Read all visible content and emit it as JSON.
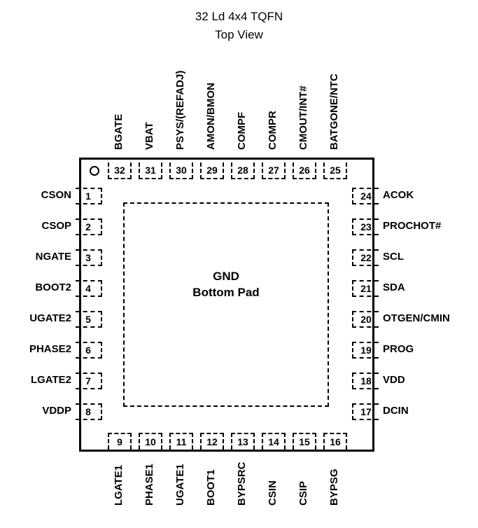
{
  "title": {
    "line1": "32 Ld 4x4 TQFN",
    "line2": "Top View"
  },
  "pad": {
    "line1": "GND",
    "line2": "Bottom Pad"
  },
  "pins": {
    "left": [
      {
        "num": "1",
        "name": "CSON"
      },
      {
        "num": "2",
        "name": "CSOP"
      },
      {
        "num": "3",
        "name": "NGATE"
      },
      {
        "num": "4",
        "name": "BOOT2"
      },
      {
        "num": "5",
        "name": "UGATE2"
      },
      {
        "num": "6",
        "name": "PHASE2"
      },
      {
        "num": "7",
        "name": "LGATE2"
      },
      {
        "num": "8",
        "name": "VDDP"
      }
    ],
    "bottom": [
      {
        "num": "9",
        "name": "LGATE1"
      },
      {
        "num": "10",
        "name": "PHASE1"
      },
      {
        "num": "11",
        "name": "UGATE1"
      },
      {
        "num": "12",
        "name": "BOOT1"
      },
      {
        "num": "13",
        "name": "BYPSRC"
      },
      {
        "num": "14",
        "name": "CSIN"
      },
      {
        "num": "15",
        "name": "CSIP"
      },
      {
        "num": "16",
        "name": "BYPSG"
      }
    ],
    "right": [
      {
        "num": "17",
        "name": "DCIN"
      },
      {
        "num": "18",
        "name": "VDD"
      },
      {
        "num": "19",
        "name": "PROG"
      },
      {
        "num": "20",
        "name": "OTGEN/CMIN"
      },
      {
        "num": "21",
        "name": "SDA"
      },
      {
        "num": "22",
        "name": "SCL"
      },
      {
        "num": "23",
        "name": "PROCHOT#"
      },
      {
        "num": "24",
        "name": "ACOK"
      }
    ],
    "top": [
      {
        "num": "25",
        "name": "BATGONE/NTC"
      },
      {
        "num": "26",
        "name": "CMOUT/INT#"
      },
      {
        "num": "27",
        "name": "COMPR"
      },
      {
        "num": "28",
        "name": "COMPF"
      },
      {
        "num": "29",
        "name": "AMON/BMON"
      },
      {
        "num": "30",
        "name": "PSYS/(REFADJ)"
      },
      {
        "num": "31",
        "name": "VBAT"
      },
      {
        "num": "32",
        "name": "BGATE"
      }
    ]
  }
}
